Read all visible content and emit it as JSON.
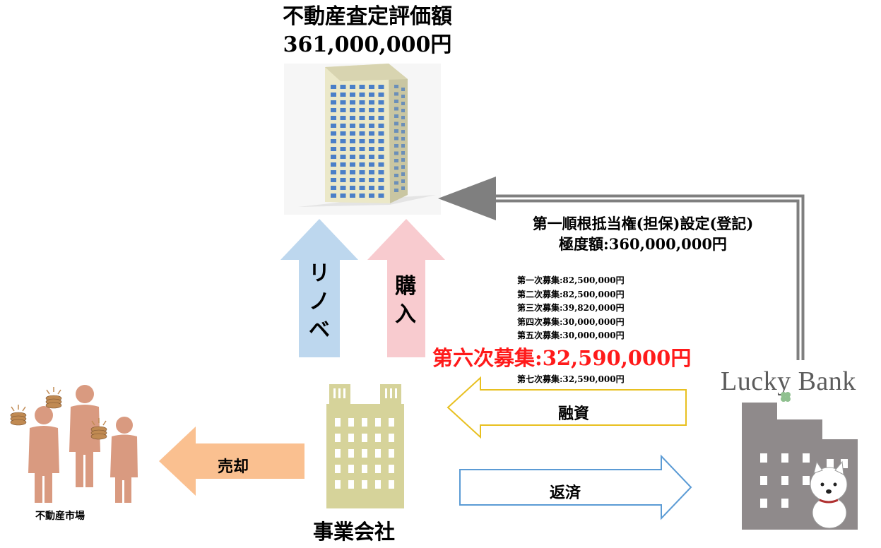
{
  "title": {
    "line1": "不動産査定評価額",
    "line2": "361,000,000円"
  },
  "mortgage": {
    "line1": "第一順根抵当権(担保)設定(登記)",
    "line2": "極度額:360,000,000円"
  },
  "funding_rounds": [
    "第一次募集:82,500,000円",
    "第二次募集:82,500,000円",
    "第三次募集:39,820,000円",
    "第四次募集:30,000,000円",
    "第五次募集:30,000,000円"
  ],
  "current_round": "第六次募集:32,590,000円",
  "round7": "第七次募集:32,590,000円",
  "arrows": {
    "renovation": "リノベ",
    "purchase": "購入",
    "sale": "売却",
    "financing": "融資",
    "repayment": "返済"
  },
  "entities": {
    "market": "不動産市場",
    "company": "事業会社",
    "bank_logo": "Lucky Bank"
  },
  "colors": {
    "highlight_red": "#ff1a1a",
    "renovation_arrow": "#bdd7ee",
    "purchase_arrow": "#f8cbcf",
    "sale_arrow": "#fac090",
    "financing_outline": "#e8c020",
    "repayment_outline": "#5b9bd5",
    "people": "#d99a80",
    "company_building": "#d6d39a",
    "bank_building": "#8f8a8b",
    "mortgage_arrow": "#7f7f7f"
  },
  "icons": [
    "apartment-building-icon",
    "office-building-icon",
    "bank-building-icon",
    "people-with-coins-icon",
    "dog-mascot-icon",
    "clover-icon"
  ]
}
